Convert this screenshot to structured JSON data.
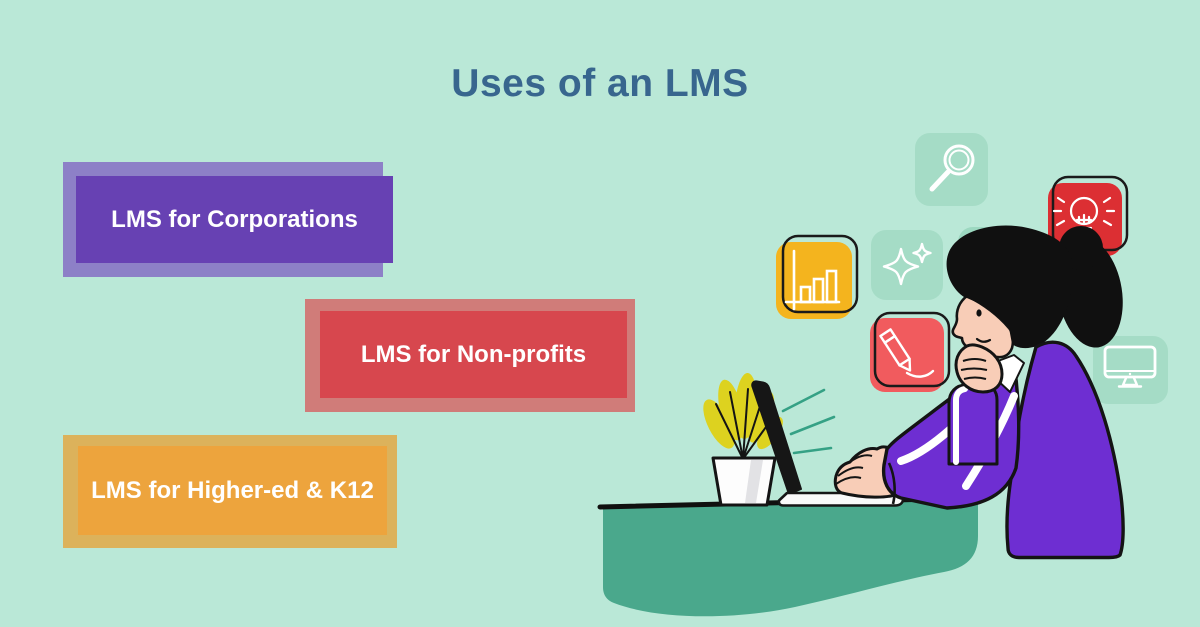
{
  "title": "Uses of an LMS",
  "cards": [
    {
      "label": "LMS for Corporations",
      "color": "#6741b3",
      "shadow_color": "#8d80c7"
    },
    {
      "label": "LMS for Non-profits",
      "color": "#d7474e",
      "shadow_color": "#d07c79"
    },
    {
      "label": "LMS for Higher-ed & K12",
      "color": "#eda43d",
      "shadow_color": "#dcb25b"
    }
  ],
  "illustration": {
    "description": "Woman in a purple sweater working on a laptop at a green desk with a potted plant, floating app tiles around her",
    "tiles": [
      {
        "icon": "bar-chart-icon",
        "color": "#f4b41e"
      },
      {
        "icon": "sparkles-icon",
        "color": "#a5dcc6"
      },
      {
        "icon": "search-icon",
        "color": "#a5dcc6"
      },
      {
        "icon": "lightbulb-icon",
        "color": "#dc2f33"
      },
      {
        "icon": "pencil-icon",
        "color": "#f15b5e"
      },
      {
        "icon": "monitor-icon",
        "color": "#a5dcc6"
      }
    ]
  },
  "colors": {
    "background": "#bae8d7",
    "title_text": "#38668e",
    "card_text": "#ffffff",
    "desk": "#4aa88c",
    "sweater": "#6e2ed2",
    "skin": "#f8cdb7",
    "hair": "#101010",
    "plant_leaves": "#ddd21f"
  }
}
